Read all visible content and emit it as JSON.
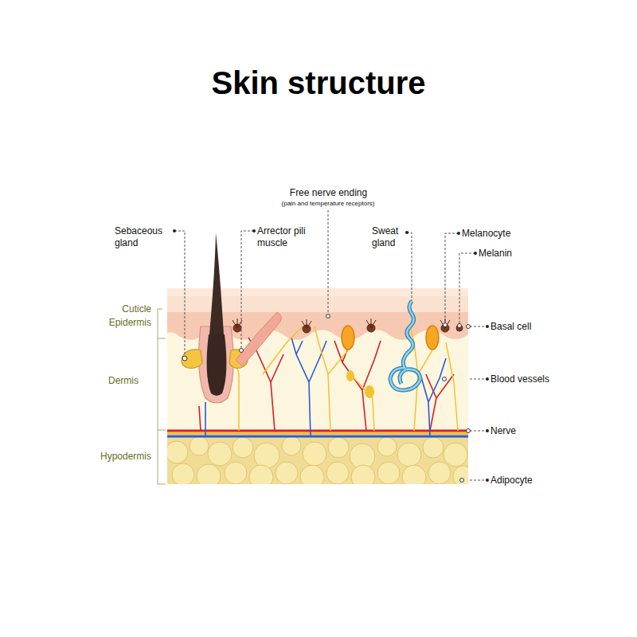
{
  "diagram": {
    "title": "Skin structure",
    "labels": [
      "Free nerve ending",
      "(pain and temperature receptors)",
      "Sebaceous gland",
      "Arrector pili muscle",
      "Sweat gland",
      "Melanocyte",
      "Melanin",
      "Cuticle",
      "Epidermis",
      "Basal cell",
      "Dermis",
      "Blood vessels",
      "Nerve",
      "Hypodermis",
      "Adipocyte"
    ]
  }
}
